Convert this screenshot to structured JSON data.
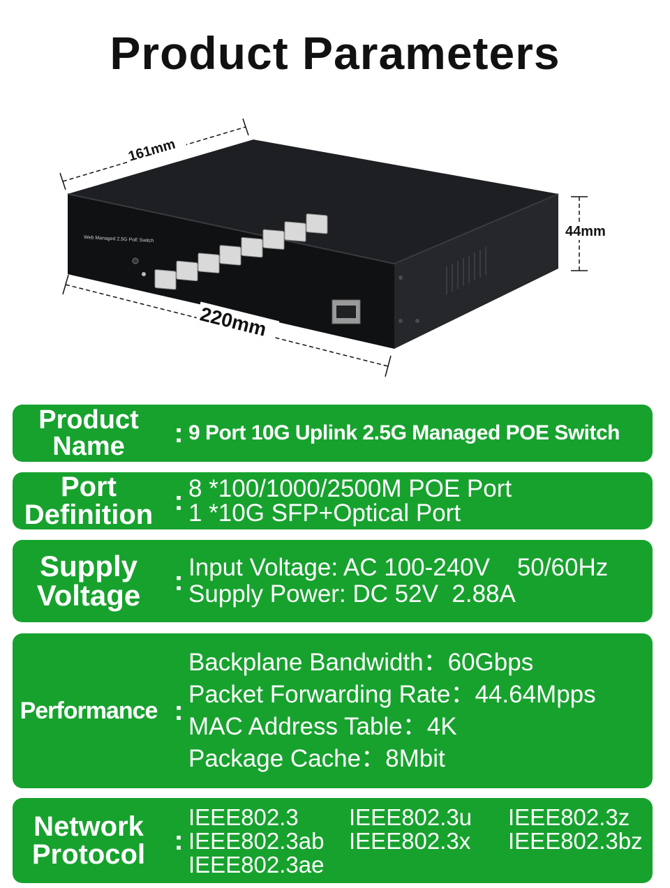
{
  "page": {
    "title": "Product Parameters"
  },
  "figure": {
    "dim_width": "161mm",
    "dim_length": "220mm",
    "dim_height": "44mm",
    "front_label": "Web Managed 2.5G PoE Switch"
  },
  "specs": {
    "product_name": {
      "label_lines": [
        "Product",
        "Name"
      ],
      "value_lines": [
        "9 Port 10G Uplink 2.5G Managed POE Switch"
      ]
    },
    "port_definition": {
      "label_lines": [
        "Port",
        "Definition"
      ],
      "value_lines": [
        "8 *100/1000/2500M POE Port",
        "1 *10G SFP+Optical Port"
      ]
    },
    "supply_voltage": {
      "label_lines": [
        "Supply",
        "Voltage"
      ],
      "value_lines": [
        "Input Voltage: AC 100-240V    50/60Hz",
        "Supply Power: DC 52V  2.88A"
      ]
    },
    "performance": {
      "label_lines": [
        "Performance"
      ],
      "value_lines": [
        "Backplane Bandwidth：60Gbps",
        "Packet Forwarding Rate：44.64Mpps",
        "MAC Address Table：4K",
        "Package Cache：8Mbit"
      ]
    },
    "network_protocol": {
      "label_lines": [
        "Network",
        "Protocol"
      ],
      "protocols": [
        "IEEE802.3",
        "IEEE802.3u",
        "IEEE802.3z",
        "IEEE802.3ab",
        "IEEE802.3x",
        "IEEE802.3bz",
        "IEEE802.3ae"
      ]
    }
  },
  "colors": {
    "row_green": "#17a22e",
    "title_text": "#111111",
    "row_text": "#ffffff"
  }
}
